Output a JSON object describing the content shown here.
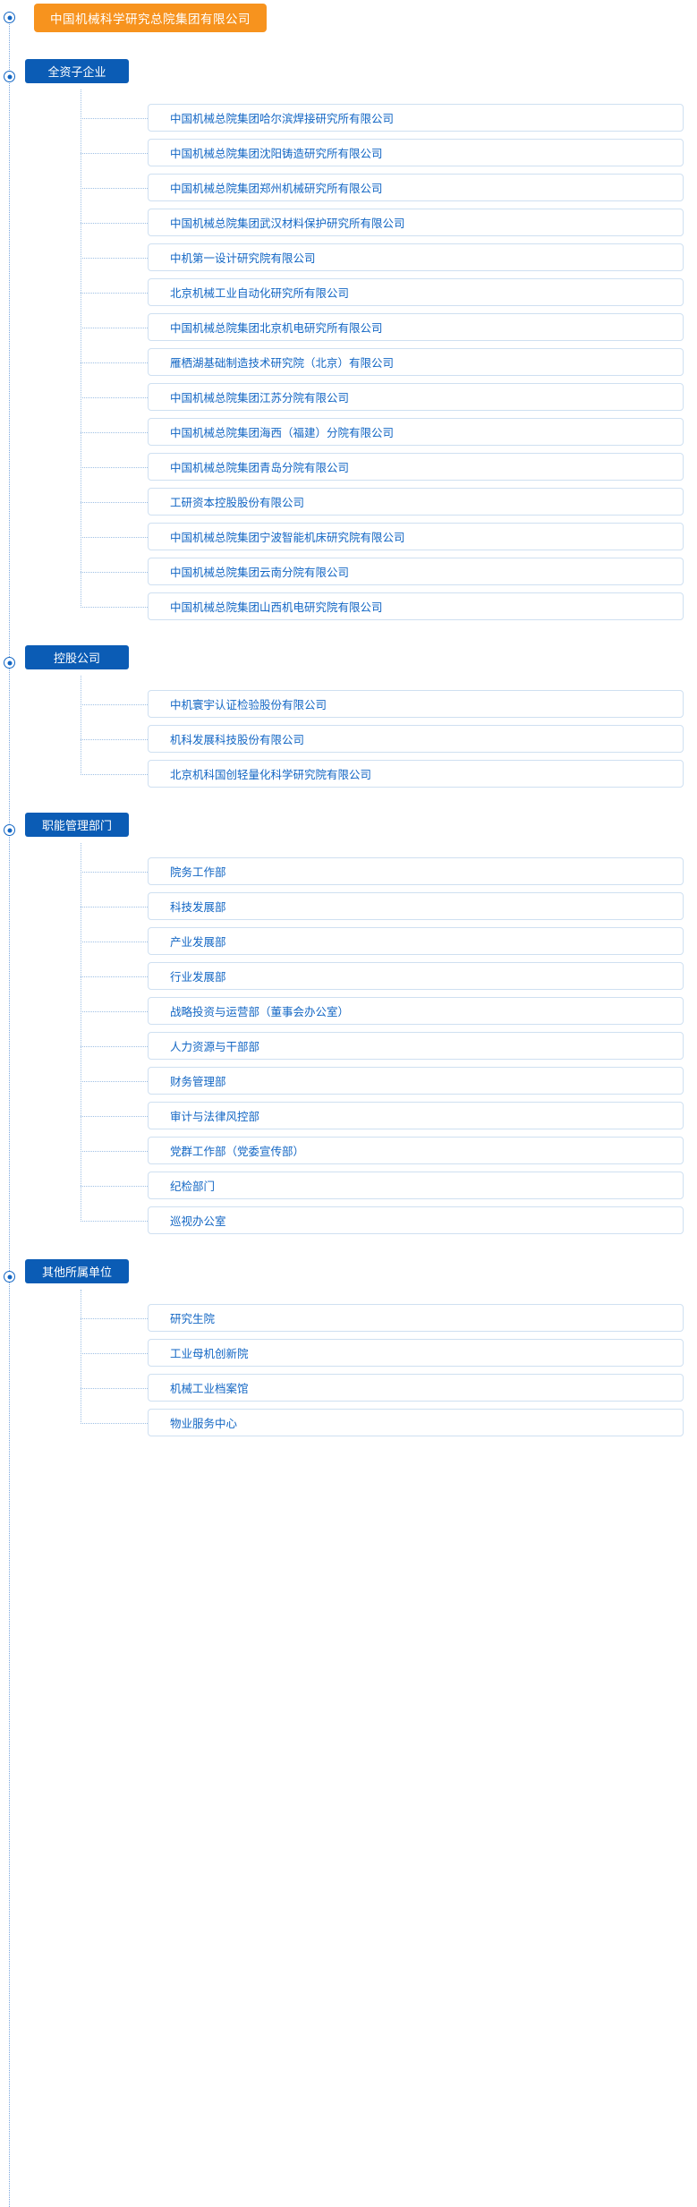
{
  "colors": {
    "root_banner_bg": "#f7931e",
    "section_header_bg": "#0b5cb5",
    "item_text": "#1266c4",
    "item_border": "#cfe0f1",
    "connector": "#9fc0e4",
    "spine": "#7aa6dd",
    "page_bg": "#ffffff"
  },
  "root": {
    "label": "中国机械科学研究总院集团有限公司",
    "node_icon": "radio-target-icon"
  },
  "sections": [
    {
      "label": "全资子企业",
      "node_icon": "radio-target-icon",
      "items": [
        {
          "label": "中国机械总院集团哈尔滨焊接研究所有限公司"
        },
        {
          "label": "中国机械总院集团沈阳铸造研究所有限公司"
        },
        {
          "label": "中国机械总院集团郑州机械研究所有限公司"
        },
        {
          "label": "中国机械总院集团武汉材料保护研究所有限公司"
        },
        {
          "label": "中机第一设计研究院有限公司"
        },
        {
          "label": "北京机械工业自动化研究所有限公司"
        },
        {
          "label": "中国机械总院集团北京机电研究所有限公司"
        },
        {
          "label": "雁栖湖基础制造技术研究院（北京）有限公司"
        },
        {
          "label": "中国机械总院集团江苏分院有限公司"
        },
        {
          "label": "中国机械总院集团海西（福建）分院有限公司"
        },
        {
          "label": "中国机械总院集团青岛分院有限公司"
        },
        {
          "label": "工研资本控股股份有限公司"
        },
        {
          "label": "中国机械总院集团宁波智能机床研究院有限公司"
        },
        {
          "label": "中国机械总院集团云南分院有限公司"
        },
        {
          "label": "中国机械总院集团山西机电研究院有限公司"
        }
      ]
    },
    {
      "label": "控股公司",
      "node_icon": "radio-target-icon",
      "items": [
        {
          "label": "中机寰宇认证检验股份有限公司"
        },
        {
          "label": "机科发展科技股份有限公司"
        },
        {
          "label": "北京机科国创轻量化科学研究院有限公司"
        }
      ]
    },
    {
      "label": "职能管理部门",
      "node_icon": "radio-target-icon",
      "items": [
        {
          "label": "院务工作部"
        },
        {
          "label": "科技发展部"
        },
        {
          "label": "产业发展部"
        },
        {
          "label": "行业发展部"
        },
        {
          "label": "战略投资与运营部（董事会办公室）"
        },
        {
          "label": "人力资源与干部部"
        },
        {
          "label": "财务管理部"
        },
        {
          "label": "审计与法律风控部"
        },
        {
          "label": "党群工作部（党委宣传部）"
        },
        {
          "label": "纪检部门"
        },
        {
          "label": "巡视办公室"
        }
      ]
    },
    {
      "label": "其他所属单位",
      "node_icon": "radio-target-icon",
      "items": [
        {
          "label": "研究生院"
        },
        {
          "label": "工业母机创新院"
        },
        {
          "label": "机械工业档案馆"
        },
        {
          "label": "物业服务中心"
        }
      ]
    }
  ]
}
